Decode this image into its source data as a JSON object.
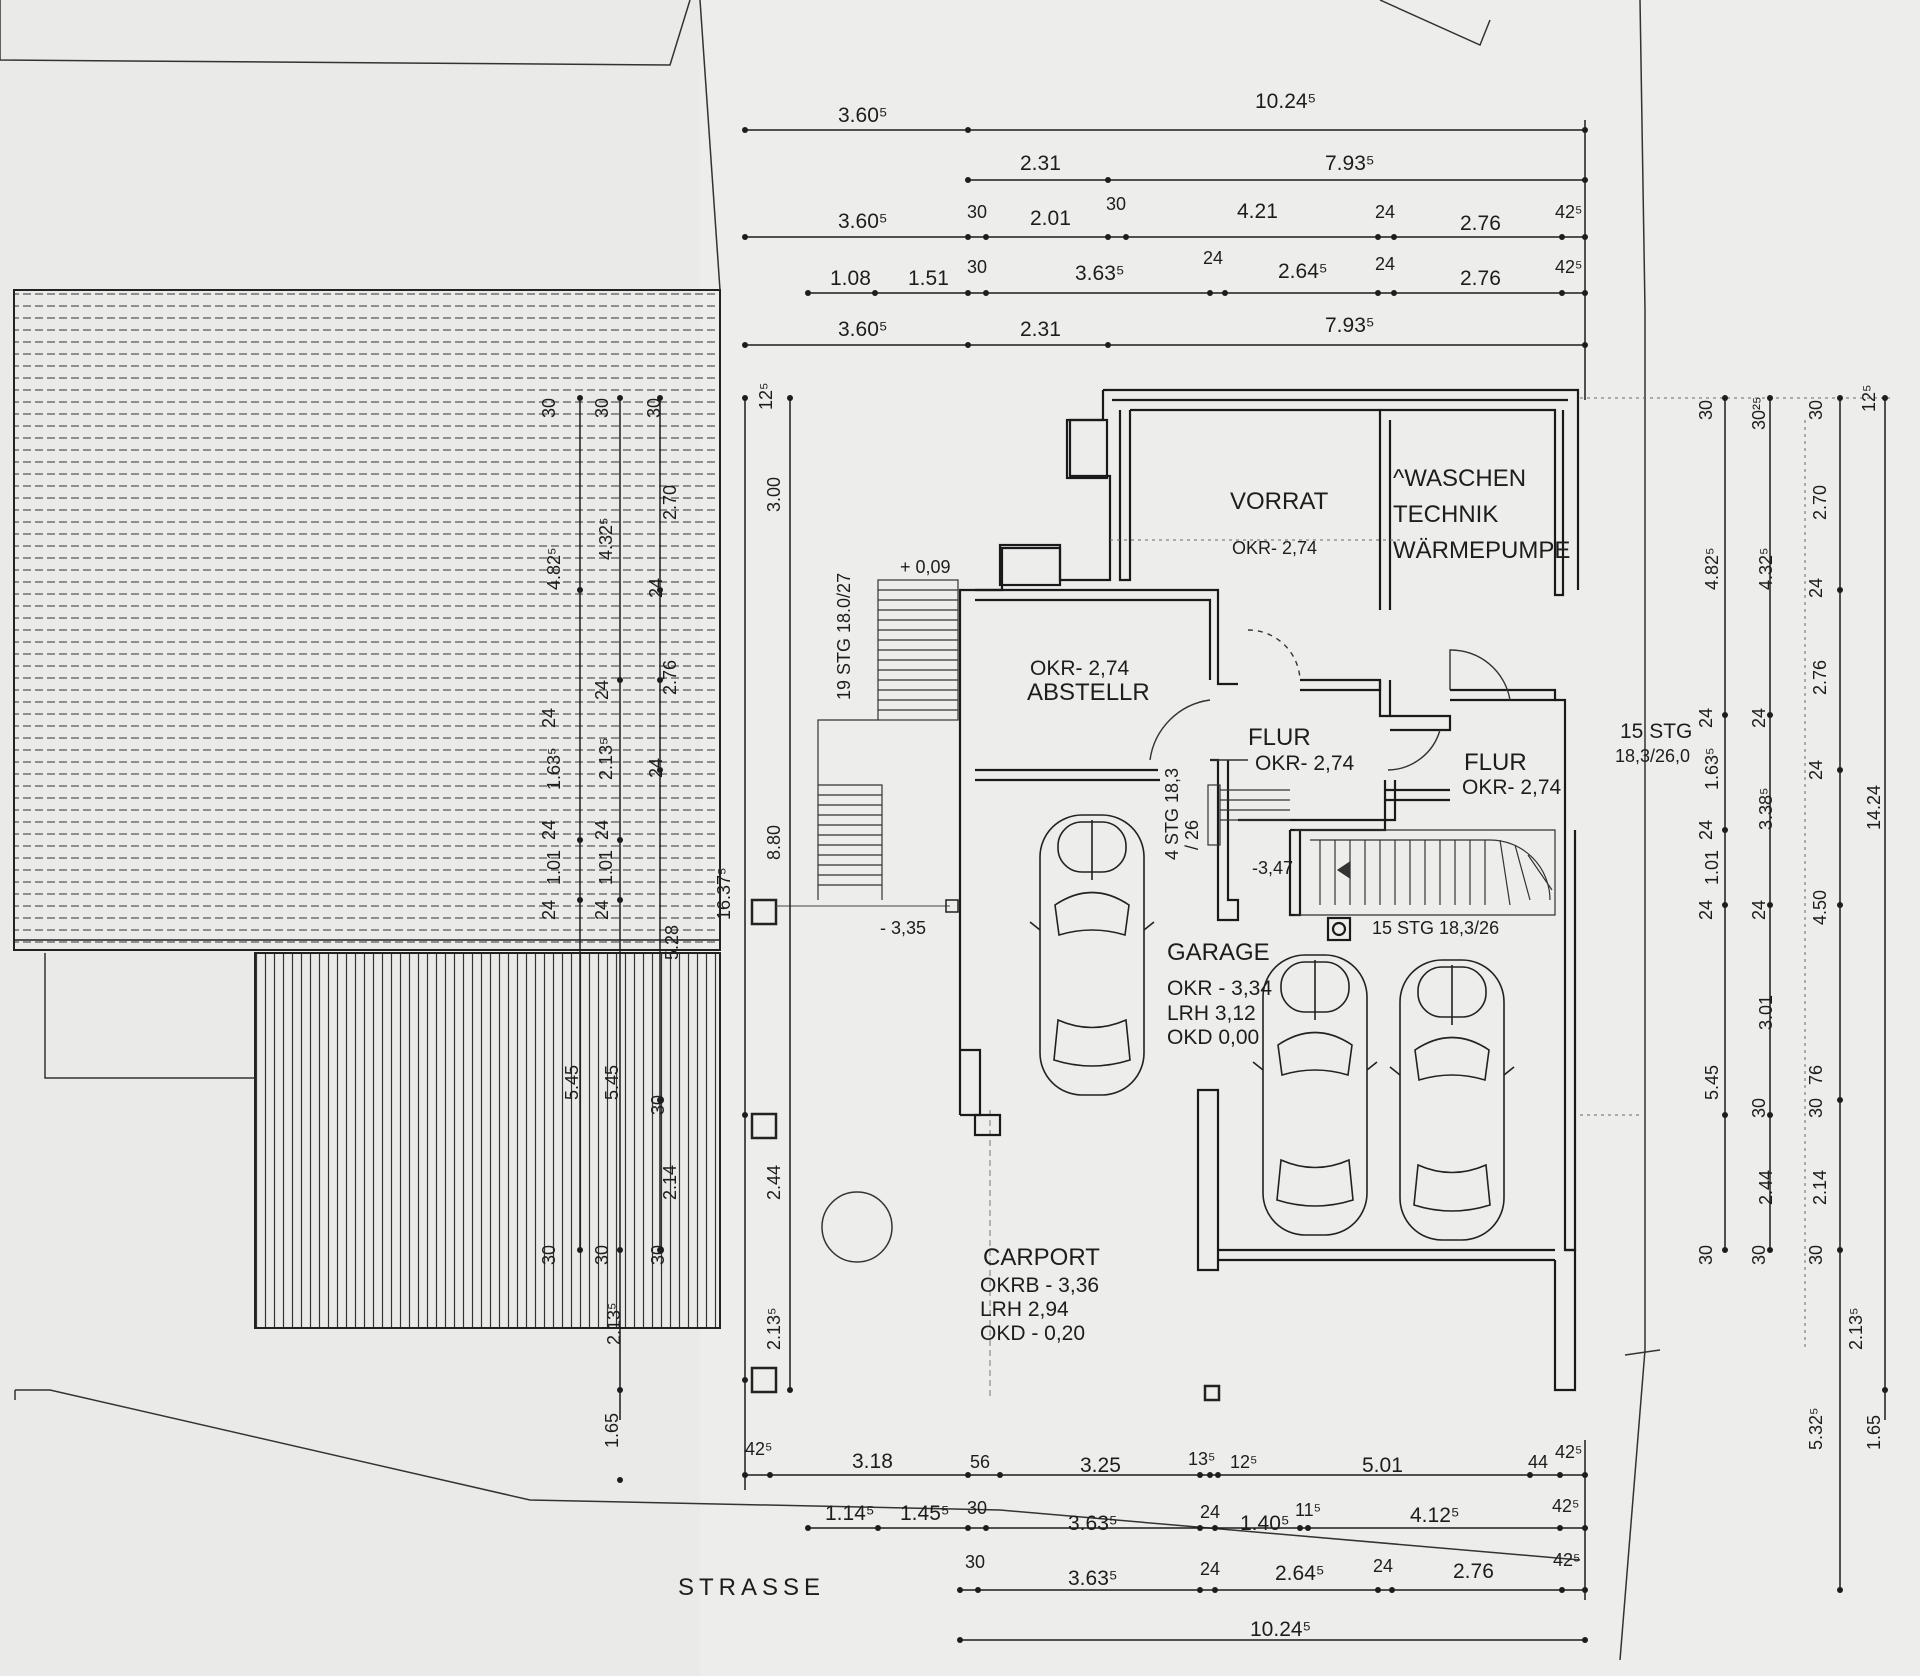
{
  "plan": {
    "rooms": {
      "vorrat": {
        "name": "VORRAT",
        "level": "OKR- 2,74"
      },
      "technik": {
        "line1": "^WASCHEN",
        "line2": "TECHNIK",
        "line3": "WÄRMEPUMPE"
      },
      "abstellr": {
        "level": "OKR- 2,74",
        "name": "ABSTELLR"
      },
      "flur_left": {
        "name": "FLUR",
        "level": "OKR- 2,74"
      },
      "flur_right": {
        "name": "FLUR",
        "level": "OKR- 2,74"
      },
      "garage": {
        "name": "GARAGE",
        "okr": "OKR  - 3,34",
        "lrh": "LRH 3,12",
        "okd": "OKD 0,00"
      },
      "carport": {
        "name": "CARPORT",
        "okrb": "OKRB  - 3,36",
        "lrh": "LRH 2,94",
        "okd": "OKD - 0,20"
      }
    },
    "stairs": {
      "outside": "19 STG 18.0/27",
      "garage_small": "4 STG 18,3",
      "garage_small_b": "/ 26",
      "main": "15 STG 18,3/26",
      "side_a": "15 STG",
      "side_b": "18,3/26,0"
    },
    "levels": {
      "entry": "+ 0,09",
      "yard": "- 3,35",
      "stair_foot": "-3,47"
    },
    "street": "STRASSE"
  },
  "dims": {
    "top1": [
      "3.60⁵",
      "10.24⁵"
    ],
    "top2": [
      "2.31",
      "7.93⁵"
    ],
    "top3": [
      "3.60⁵",
      "30",
      "2.01",
      "30",
      "4.21",
      "24",
      "2.76",
      "42⁵"
    ],
    "top4": [
      "1.08",
      "1.51",
      "30",
      "3.63⁵",
      "24",
      "2.64⁵",
      "24",
      "2.76",
      "42⁵"
    ],
    "top5": [
      "3.60⁵",
      "2.31",
      "7.93⁵"
    ],
    "bot1": [
      "42⁵",
      "3.18",
      "56",
      "3.25",
      "13⁵",
      "12⁵",
      "5.01",
      "44",
      "42⁵"
    ],
    "bot2": [
      "1.14⁵",
      "1.45⁵",
      "30",
      "3.63⁵",
      "24",
      "1.40⁵",
      "11⁵",
      "4.12⁵",
      "42⁵"
    ],
    "bot3": [
      "30",
      "3.63⁵",
      "24",
      "2.64⁵",
      "24",
      "2.76",
      "42⁵"
    ],
    "bot4": [
      "10.24⁵"
    ],
    "left_outer": [
      "12⁵",
      "3.00",
      "8.80",
      "2.44",
      "2.13⁵"
    ],
    "left_inner_a": [
      "30",
      "4.82⁵",
      "24",
      "1.63⁵",
      "24",
      "1.01",
      "24",
      "5.45",
      "30",
      "2.13⁵",
      "1.65"
    ],
    "left_inner_b": [
      "30",
      "4.32⁵",
      "24",
      "2.13⁵",
      "24",
      "1.01",
      "24",
      "5.45",
      "30"
    ],
    "left_inner_c": [
      "30",
      "2.70",
      "24",
      "2.76",
      "24",
      "30",
      "2.14",
      "30"
    ],
    "left_misc": [
      "16.37⁵",
      "5.28"
    ],
    "right_a": [
      "30",
      "4.82⁵",
      "24",
      "1.63⁵",
      "24",
      "1.01",
      "24",
      "5.45",
      "30"
    ],
    "right_b": [
      "30²⁵",
      "4.32⁵",
      "24",
      "3.38⁵",
      "24",
      "3.01",
      "30",
      "2.44",
      "30"
    ],
    "right_c": [
      "30",
      "2.70",
      "24",
      "2.76",
      "24",
      "4.50",
      "76",
      "30",
      "2.14",
      "30",
      "2.13⁵"
    ],
    "right_d": [
      "12⁵",
      "14.24",
      "5.32⁵",
      "1.65"
    ]
  }
}
